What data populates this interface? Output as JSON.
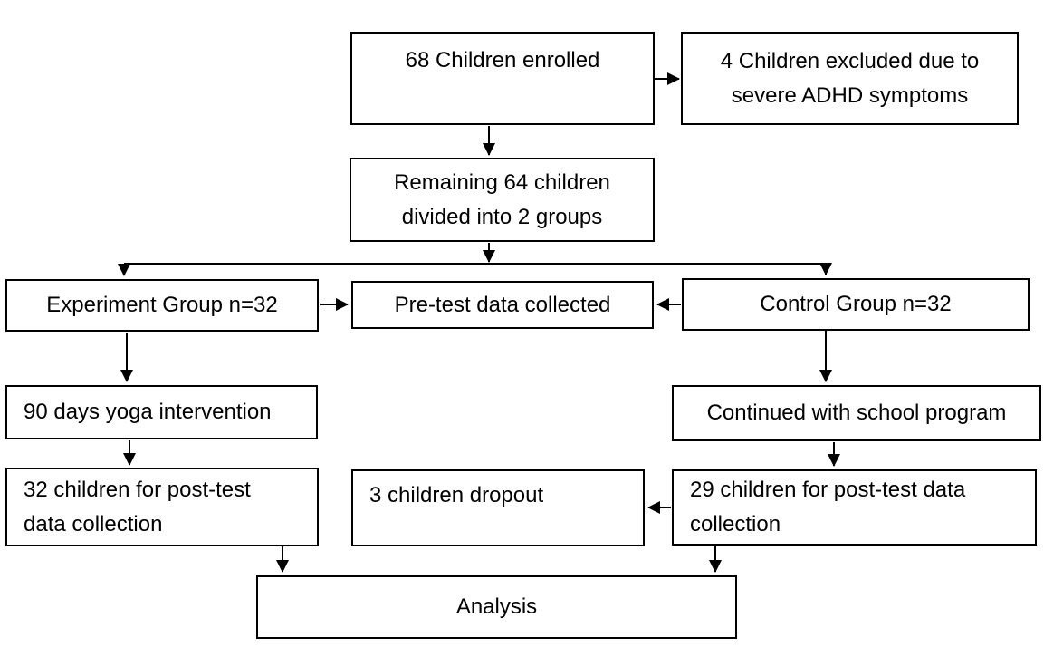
{
  "figure": {
    "type": "flowchart",
    "description": "Participant flow diagram of a yoga intervention study with children"
  },
  "colors": {
    "background": "#ffffff",
    "box_fill": "#ffffff",
    "box_border": "#000000",
    "arrow": "#000000",
    "text": "#000000"
  },
  "nodes": {
    "enrolled": {
      "label": "68 Children enrolled"
    },
    "excluded": {
      "lines": [
        "4 Children excluded due to",
        "severe ADHD symptoms"
      ]
    },
    "remaining": {
      "lines": [
        "Remaining 64 children",
        "divided into 2 groups"
      ]
    },
    "experiment": {
      "label": "Experiment Group n=32"
    },
    "pretest": {
      "label": "Pre-test data collected"
    },
    "control": {
      "label": "Control Group n=32"
    },
    "yoga": {
      "label": "90 days yoga intervention"
    },
    "school": {
      "label": "Continued with school program"
    },
    "posttest32": {
      "lines": [
        "32 children for post-test",
        "data collection"
      ]
    },
    "dropout": {
      "label": "3 children dropout"
    },
    "posttest29": {
      "lines": [
        "29 children for post-test data",
        "collection"
      ]
    },
    "analysis": {
      "label": "Analysis"
    }
  },
  "edges": [
    {
      "from": "enrolled",
      "to": "excluded"
    },
    {
      "from": "enrolled",
      "to": "remaining"
    },
    {
      "from": "remaining",
      "to": "experiment"
    },
    {
      "from": "remaining",
      "to": "control"
    },
    {
      "from": "experiment",
      "to": "pretest"
    },
    {
      "from": "control",
      "to": "pretest"
    },
    {
      "from": "experiment",
      "to": "yoga"
    },
    {
      "from": "control",
      "to": "school"
    },
    {
      "from": "yoga",
      "to": "posttest32"
    },
    {
      "from": "school",
      "to": "posttest29"
    },
    {
      "from": "posttest29",
      "to": "dropout"
    },
    {
      "from": "posttest32",
      "to": "analysis"
    },
    {
      "from": "posttest29",
      "to": "analysis"
    }
  ]
}
